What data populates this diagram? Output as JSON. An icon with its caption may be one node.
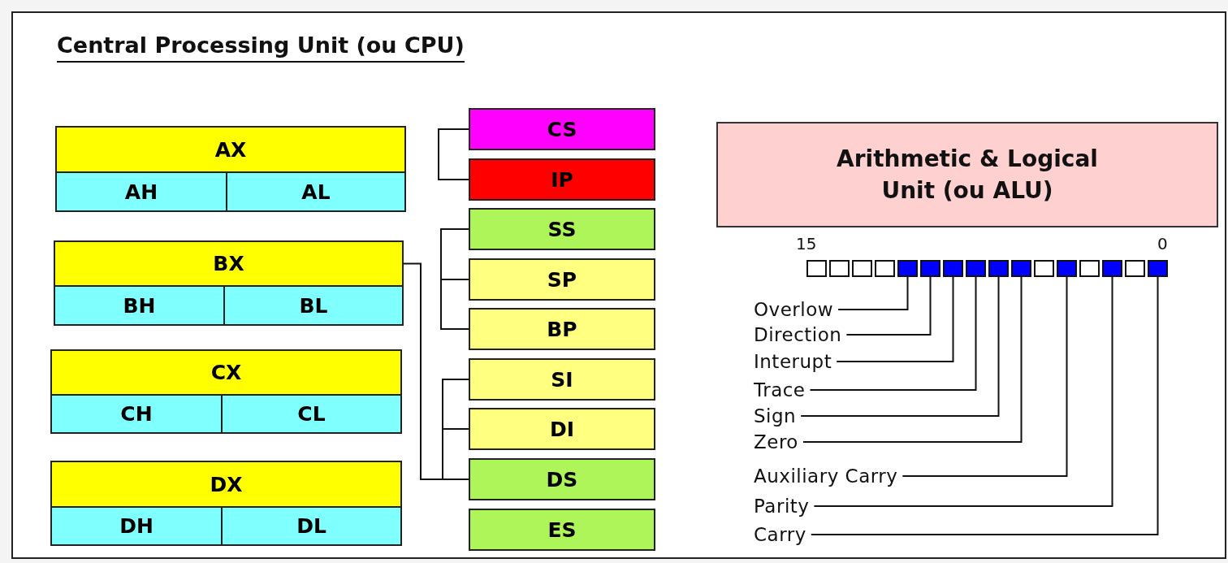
{
  "diagram": {
    "title": "Central Processing Unit (ou CPU)",
    "nodes": [
      {
        "text": [
          "AX"
        ]
      },
      {
        "text": [
          "AH"
        ]
      },
      {
        "text": [
          "AL"
        ]
      },
      {
        "text": [
          "BX"
        ]
      },
      {
        "text": [
          "BH"
        ]
      },
      {
        "text": [
          "BL"
        ]
      },
      {
        "text": [
          "CX"
        ]
      },
      {
        "text": [
          "CH"
        ]
      },
      {
        "text": [
          "CL"
        ]
      },
      {
        "text": [
          "DX"
        ]
      },
      {
        "text": [
          "DH"
        ]
      },
      {
        "text": [
          "DL"
        ]
      },
      {
        "text": [
          "CS"
        ]
      },
      {
        "text": [
          "IP"
        ]
      },
      {
        "text": [
          "SS"
        ]
      },
      {
        "text": [
          "SP"
        ]
      },
      {
        "text": [
          "BP"
        ]
      },
      {
        "text": [
          "SI"
        ]
      },
      {
        "text": [
          "DI"
        ]
      },
      {
        "text": [
          "DS"
        ]
      },
      {
        "text": [
          "ES"
        ]
      },
      {
        "text": [
          "Arithmetic & Logical Unit (ou ALU)"
        ]
      },
      {
        "text": [
          "Overlow"
        ]
      },
      {
        "text": [
          "Direction"
        ]
      },
      {
        "text": [
          "Interupt"
        ]
      },
      {
        "text": [
          "Trace"
        ]
      },
      {
        "text": [
          "Sign"
        ]
      },
      {
        "text": [
          "Zero"
        ]
      },
      {
        "text": [
          "Auxiliary Carry"
        ]
      },
      {
        "text": [
          "Parity"
        ]
      },
      {
        "text": [
          "Carry"
        ]
      },
      {
        "text": [],
        "shape": "box"
      },
      {
        "text": [],
        "shape": "box"
      },
      {
        "text": [],
        "shape": "box"
      },
      {
        "text": [],
        "shape": "box"
      },
      {
        "text": [],
        "shape": "box"
      },
      {
        "text": [],
        "shape": "box"
      },
      {
        "text": [],
        "shape": "box"
      },
      {
        "text": [],
        "shape": "box"
      },
      {
        "text": [],
        "shape": "box"
      },
      {
        "text": [],
        "shape": "box"
      },
      {
        "text": [],
        "shape": "box"
      },
      {
        "text": [],
        "shape": "box"
      },
      {
        "text": [],
        "shape": "box"
      },
      {
        "text": [],
        "shape": "box"
      },
      {
        "text": [],
        "shape": "box"
      },
      {
        "text": [],
        "shape": "box"
      }
    ],
    "edges": [
      {
        "from": 12,
        "to": 13,
        "arrow": "none"
      },
      {
        "from": 14,
        "to": 15,
        "arrow": "none"
      },
      {
        "from": 15,
        "to": 16,
        "arrow": "none"
      },
      {
        "from": 17,
        "to": 18,
        "arrow": "none"
      },
      {
        "from": 18,
        "to": 19,
        "arrow": "none"
      },
      {
        "from": 3,
        "to": 19,
        "arrow": "none"
      },
      {
        "from": 22,
        "to": 35,
        "arrow": "none"
      },
      {
        "from": 23,
        "to": 36,
        "arrow": "none"
      },
      {
        "from": 24,
        "to": 37,
        "arrow": "none"
      },
      {
        "from": 25,
        "to": 38,
        "arrow": "none"
      },
      {
        "from": 26,
        "to": 39,
        "arrow": "none"
      },
      {
        "from": 27,
        "to": 40,
        "arrow": "none"
      },
      {
        "from": 28,
        "to": 42,
        "arrow": "none"
      },
      {
        "from": 29,
        "to": 44,
        "arrow": "none"
      },
      {
        "from": 30,
        "to": 46,
        "arrow": "none"
      }
    ],
    "labels": [
      "15",
      "0"
    ]
  }
}
